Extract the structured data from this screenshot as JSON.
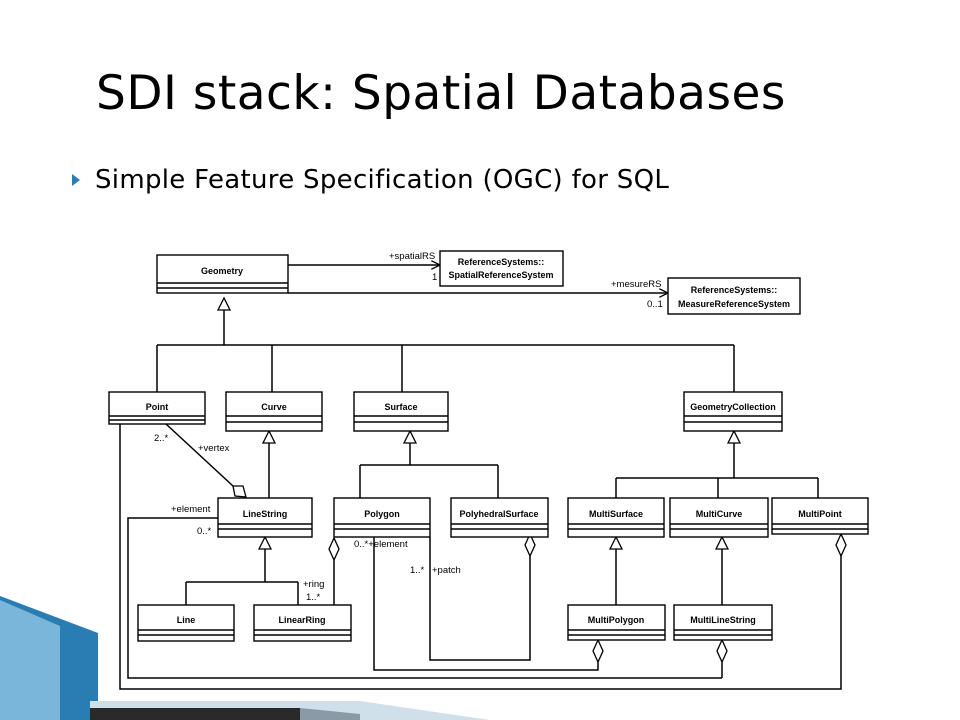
{
  "slide": {
    "title": "SDI stack: Spatial Databases",
    "bullet": "Simple Feature Specification (OGC) for SQL",
    "bullet_icon": "triangle-bullet-icon",
    "accent_color": "#2a7db3"
  },
  "diagram": {
    "classes": {
      "geometry": "Geometry",
      "srs_line1": "ReferenceSystems::",
      "srs_line2": "SpatialReferenceSystem",
      "mrs_line1": "ReferenceSystems::",
      "mrs_line2": "MeasureReferenceSystem",
      "point": "Point",
      "curve": "Curve",
      "surface": "Surface",
      "geometry_collection": "GeometryCollection",
      "line_string": "LineString",
      "polygon": "Polygon",
      "polyhedral_surface": "PolyhedralSurface",
      "multi_surface": "MultiSurface",
      "multi_curve": "MultiCurve",
      "multi_point": "MultiPoint",
      "line": "Line",
      "linear_ring": "LinearRing",
      "multi_polygon": "MultiPolygon",
      "multi_line_string": "MultiLineString"
    },
    "labels": {
      "spatial_rs": "+spatialRS",
      "spatial_rs_mult": "1",
      "measure_rs": "+mesureRS",
      "measure_rs_mult": "0..1",
      "vertex_mult": "2..*",
      "vertex": "+vertex",
      "element": "+element",
      "element_mult": "0..*",
      "polygon_element": "0..*+element",
      "patch_mult": "1..*",
      "patch": "+patch",
      "ring": "+ring",
      "ring_mult": "1..*"
    }
  }
}
